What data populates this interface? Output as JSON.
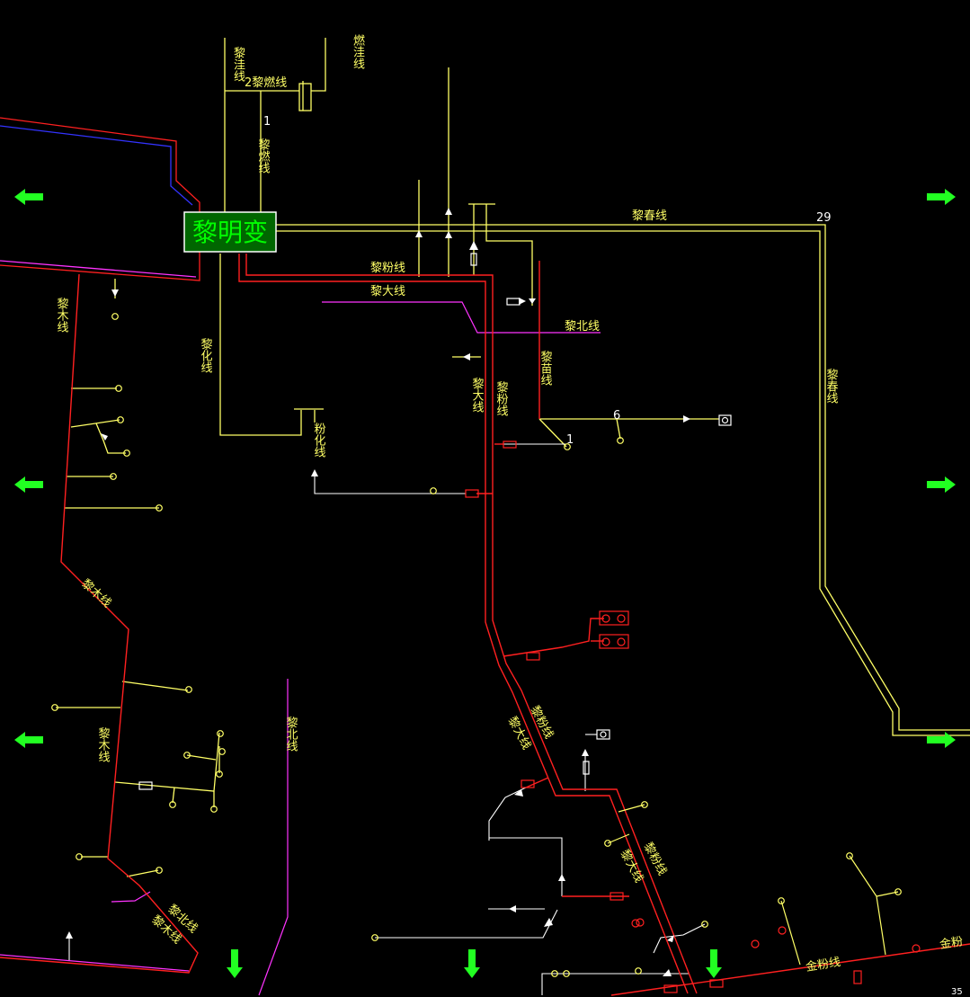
{
  "substation": {
    "name": "黎明变"
  },
  "labels": {
    "li_wa": "黎洼线",
    "ran_wa": "燃洼线",
    "li_ran_2": "2黎燃线",
    "li_ran_1": "1",
    "li_ran_vert": "黎燃线",
    "li_chun": "黎春线",
    "li_chun_num": "29",
    "li_chun_vert": "黎春线",
    "li_fen": "黎粉线",
    "li_da": "黎大线",
    "li_bei": "黎北线",
    "li_miao": "黎苗线",
    "li_mu": "黎木线",
    "li_hua": "黎化线",
    "fen_hua": "粉化线",
    "li_da_v1": "黎大线",
    "li_fen_v1": "黎粉线",
    "num_6": "6",
    "num_1": "1",
    "li_mu_diag": "黎木线",
    "li_bei_vert": "黎北线",
    "li_mu_vert2": "黎木线",
    "li_da_d2": "黎大线",
    "li_fen_d2": "黎粉线",
    "li_da_d3": "黎大线",
    "li_fen_d3": "黎粉线",
    "li_bei_bottom": "黎北线",
    "li_mu_bottom": "黎木线",
    "jin_fen": "金粉线",
    "jin_fen2": "金粉",
    "num_35": "35"
  },
  "colors": {
    "background": "#000000",
    "line_yellow": "#ffff66",
    "line_red": "#ff2020",
    "line_white": "#ffffff",
    "line_magenta": "#ff33ff",
    "line_blue": "#3333ff",
    "arrow_green": "#22ff22",
    "substation_border": "#ffffff",
    "substation_fill": "#006600"
  },
  "nav_arrows": [
    "left",
    "left",
    "left",
    "right",
    "right",
    "right",
    "down",
    "down",
    "down"
  ]
}
